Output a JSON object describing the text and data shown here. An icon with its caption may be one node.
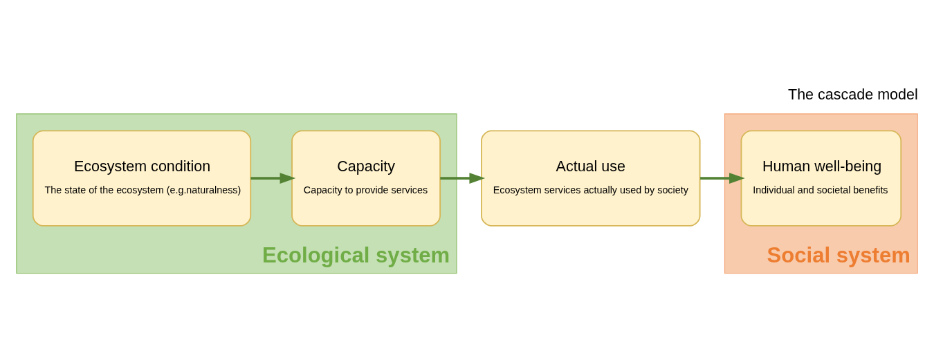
{
  "diagram": {
    "title": "The cascade model",
    "nodes": [
      {
        "text": [
          "Ecological system"
        ]
      },
      {
        "text": [
          "Social system"
        ]
      },
      {
        "text": [
          "Ecosystem condition",
          "The state of the ecosystem (e.g.naturalness)"
        ],
        "in": 0
      },
      {
        "text": [
          "Capacity",
          "Capacity to provide services"
        ],
        "in": 0
      },
      {
        "text": [
          "Actual use",
          "Ecosystem services actually used by society"
        ]
      },
      {
        "text": [
          "Human well-being",
          "Individual and societal benefits"
        ],
        "in": 1
      }
    ],
    "edges": [
      {
        "from": 2,
        "to": 3,
        "arrow": "to"
      },
      {
        "from": 3,
        "to": 4,
        "arrow": "to"
      },
      {
        "from": 4,
        "to": 5,
        "arrow": "to"
      }
    ]
  }
}
